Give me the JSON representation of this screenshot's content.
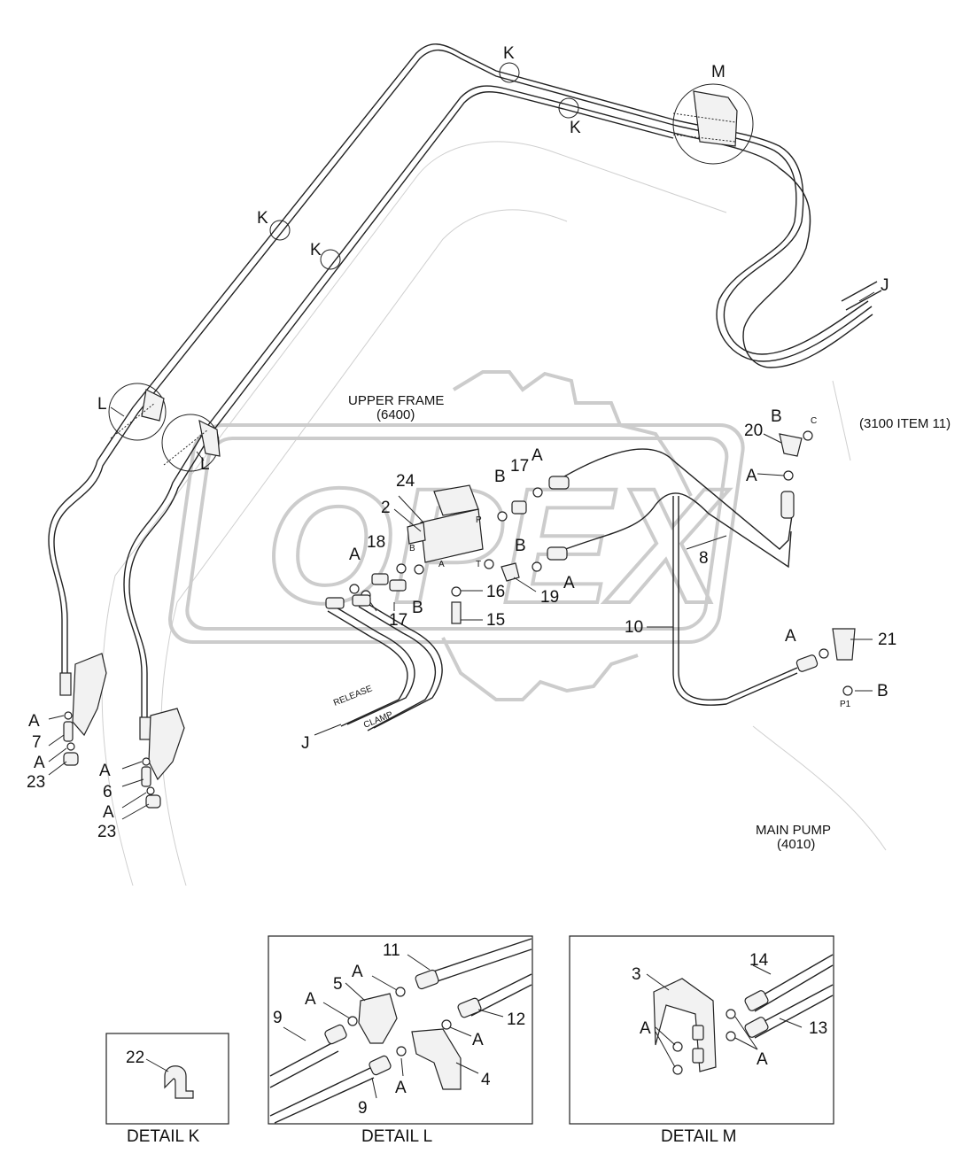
{
  "watermark": "OPEX",
  "labels": {
    "upper_frame": "UPPER FRAME",
    "upper_frame_ref": "(6400)",
    "item_ref": "(3100 ITEM 11)",
    "main_pump": "MAIN PUMP",
    "main_pump_ref": "(4010)",
    "release": "RELEASE",
    "clamp": "CLAMP",
    "port_p1": "P1",
    "port_c": "C",
    "valve_port_a": "A",
    "valve_port_b": "B",
    "valve_port_p": "P",
    "valve_port_t": "T"
  },
  "callouts": {
    "K": "K",
    "M": "M",
    "J": "J",
    "L": "L",
    "A": "A",
    "B": "B",
    "n2": "2",
    "n3": "3",
    "n4": "4",
    "n5": "5",
    "n6": "6",
    "n7": "7",
    "n8": "8",
    "n9": "9",
    "n10": "10",
    "n11": "11",
    "n12": "12",
    "n13": "13",
    "n14": "14",
    "n15": "15",
    "n16": "16",
    "n17": "17",
    "n18": "18",
    "n19": "19",
    "n20": "20",
    "n21": "21",
    "n22": "22",
    "n23": "23",
    "n24": "24"
  },
  "details": {
    "k": "DETAIL K",
    "l": "DETAIL L",
    "m": "DETAIL M"
  },
  "colors": {
    "line": "#222222",
    "watermark": "#cccccc",
    "ghost": "#cfcfcf"
  }
}
